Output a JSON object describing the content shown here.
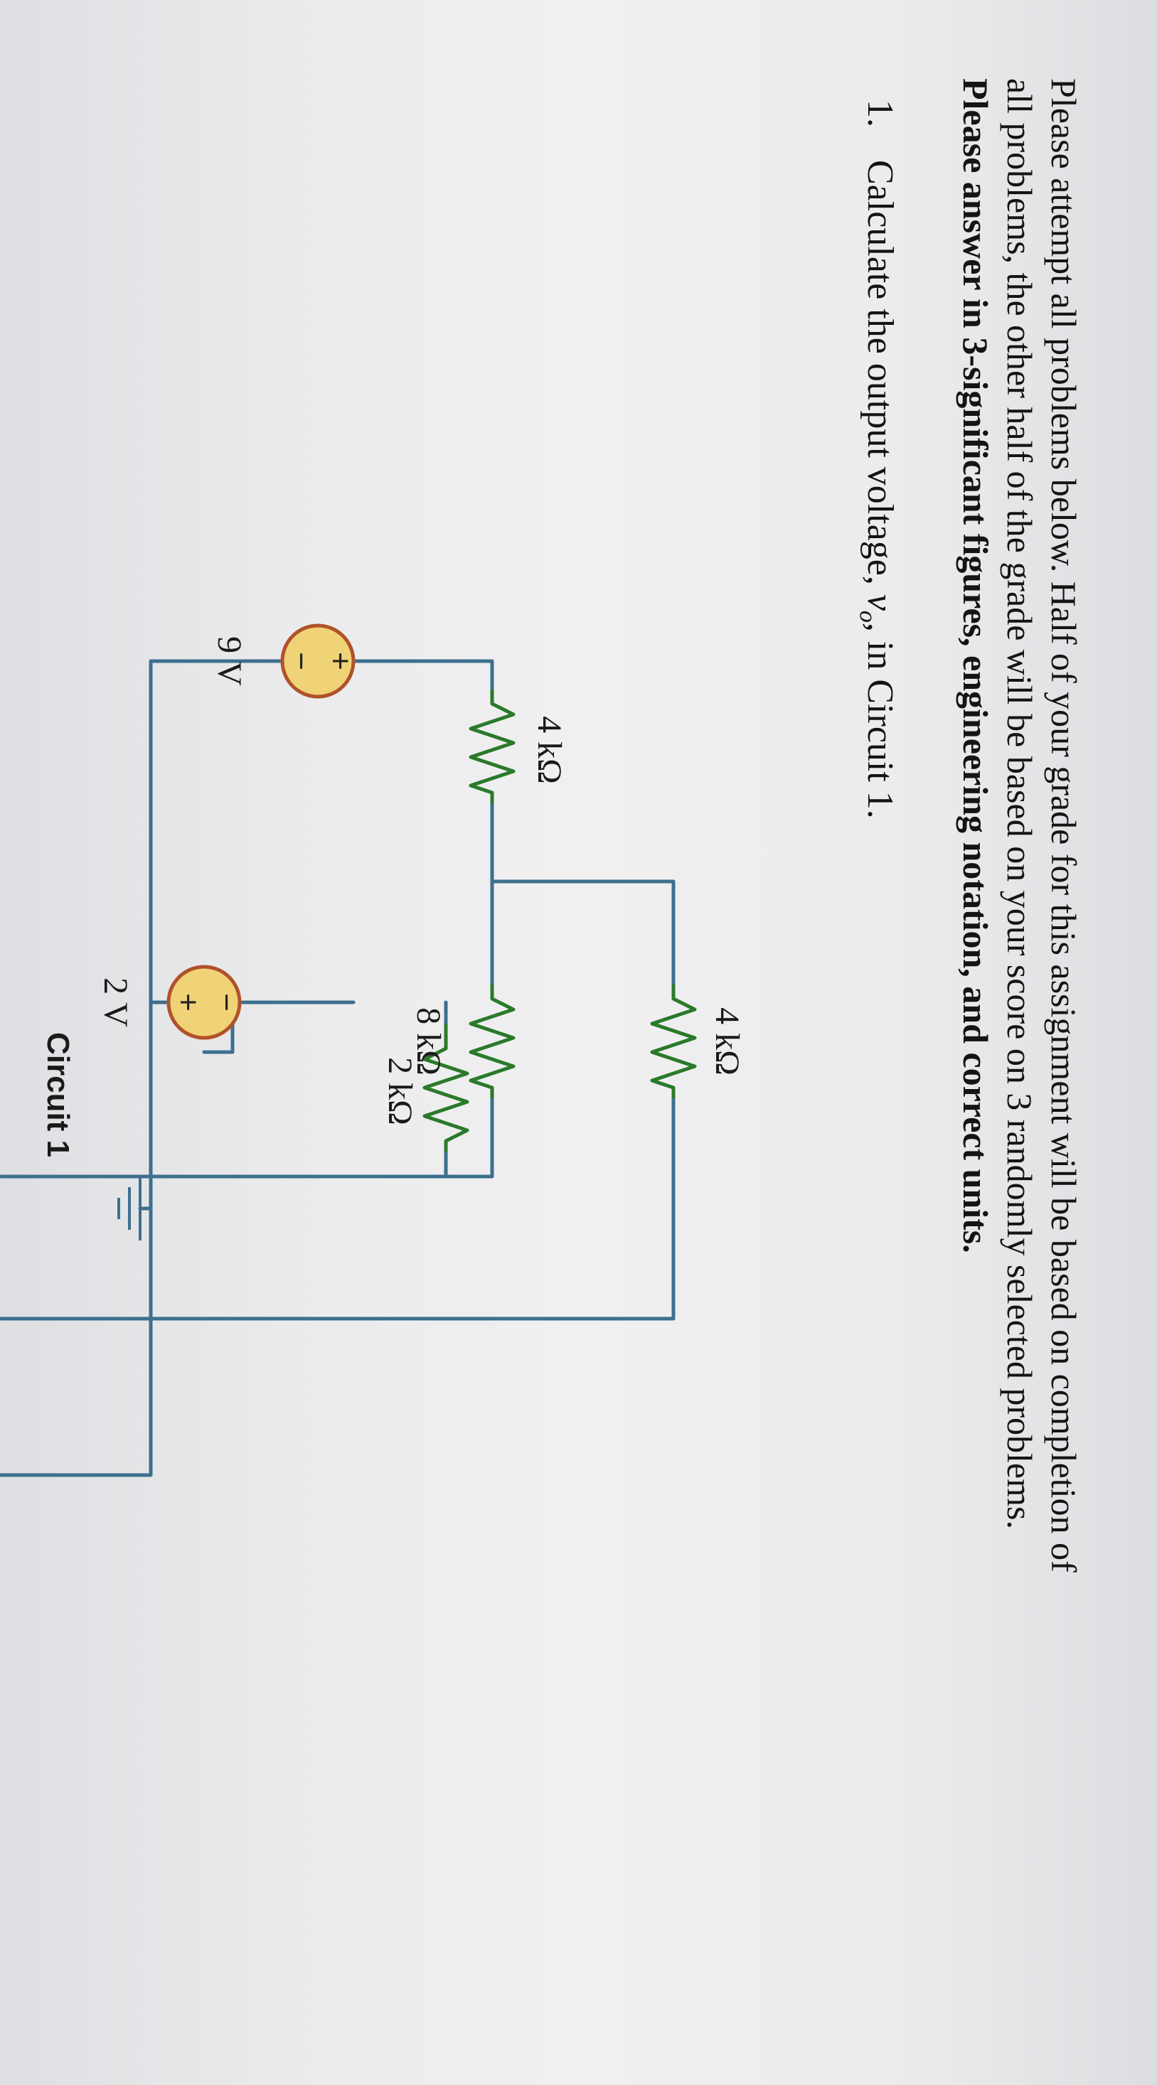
{
  "instructions": {
    "line1": "Please attempt all problems below. Half of your grade for this assignment will be based on completion of",
    "line2": "all problems, the other half of the grade will be based on your score on 3 randomly selected problems.",
    "line3": "Please answer in 3-significant figures, engineering notation, and correct units."
  },
  "question": {
    "number": "1.",
    "text_before": "Calculate the output voltage, ",
    "var": "v",
    "sub": "o",
    "text_after": ", in Circuit 1."
  },
  "circuit": {
    "caption": "Circuit 1",
    "components": {
      "r_input": "4 kΩ",
      "r_feedback_top": "4 kΩ",
      "r_middle": "8 kΩ",
      "r_right": "2 kΩ",
      "source_left": "9 V",
      "source_right": "2 V",
      "output_var": "v",
      "output_sub": "o",
      "plus": "+",
      "minus": "−"
    },
    "colors": {
      "wire": "#3d6f8e",
      "resistor": "#2a7a2a",
      "component_fill": "#f0d277",
      "component_stroke": "#b0522a"
    }
  }
}
